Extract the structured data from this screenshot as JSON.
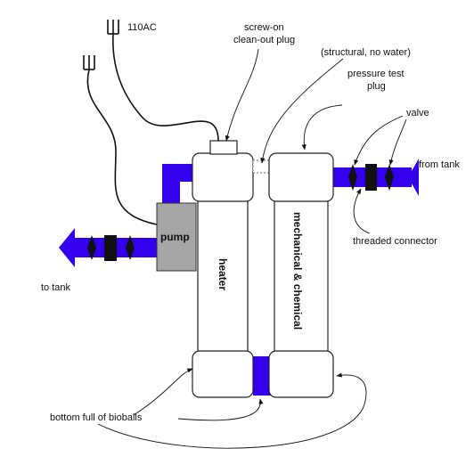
{
  "labels": {
    "power": "110AC",
    "cleanout_line1": "screw-on",
    "cleanout_line2": "clean-out plug",
    "structural": "(structural, no water)",
    "pressure_line1": "pressure test",
    "pressure_line2": "plug",
    "valve": "valve",
    "from_tank": "from tank",
    "threaded_connector": "threaded connector",
    "to_tank": "to tank",
    "pump": "pump",
    "heater": "heater",
    "mech_chem": "mechanical & chemical",
    "bioballs": "bottom full of bioballs"
  },
  "colors": {
    "pipe": "#3300ee",
    "pump": "#a6a6a6",
    "connector": "#111111"
  }
}
